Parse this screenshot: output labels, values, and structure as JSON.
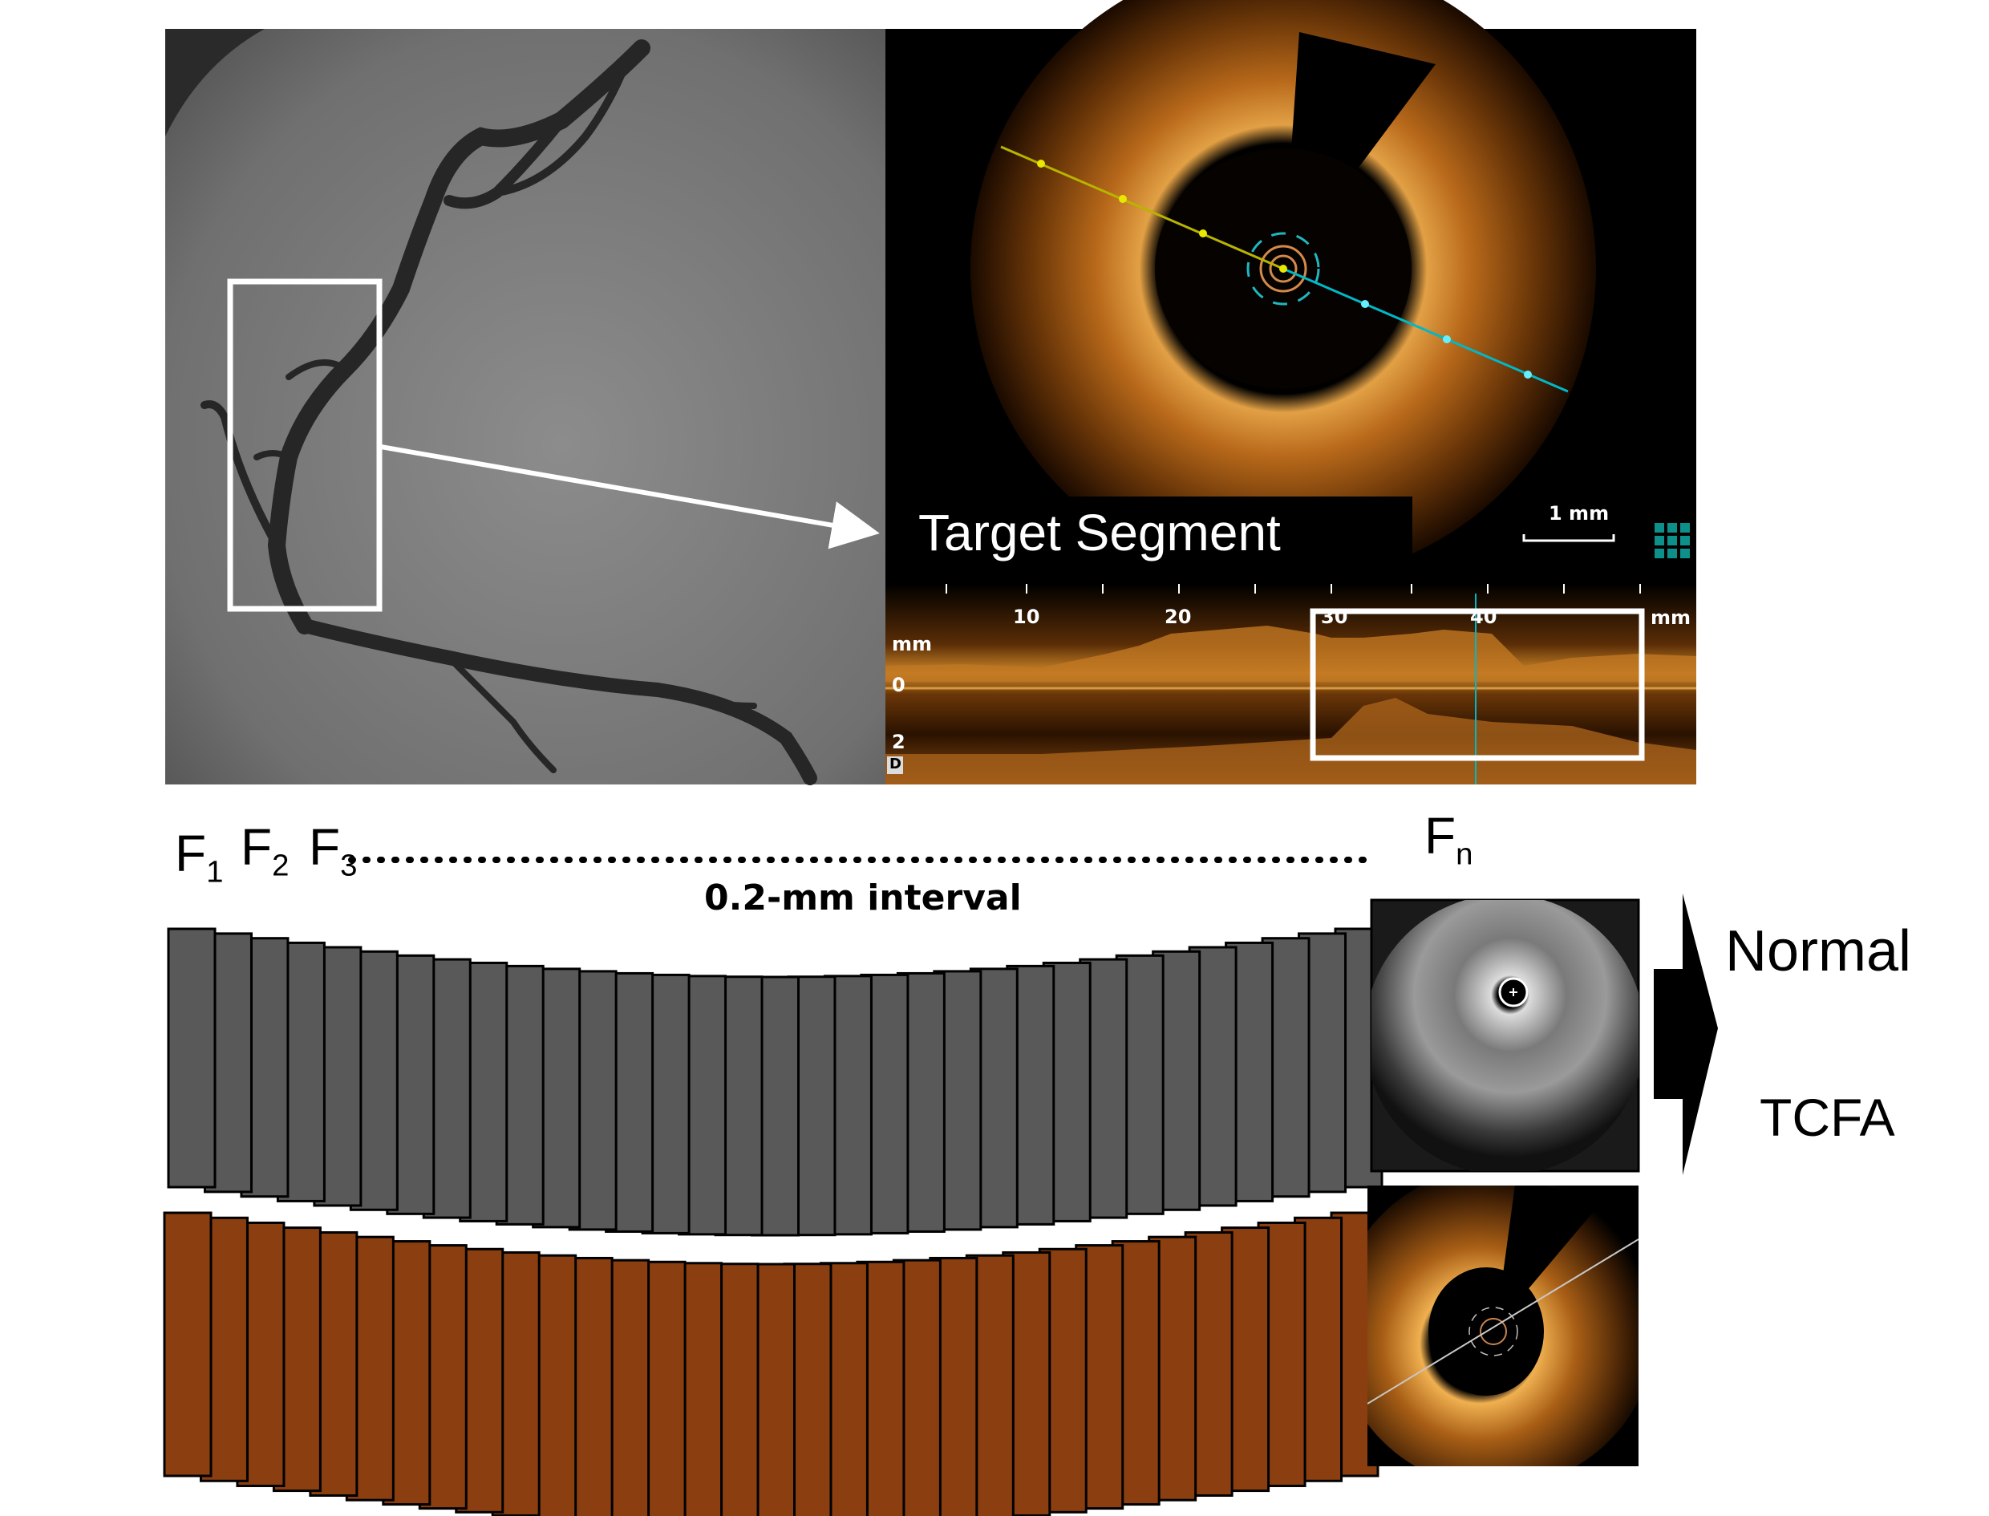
{
  "angiography": {
    "panel": "coronary-angiogram"
  },
  "oct_panel": {
    "target_label": "Target Segment",
    "scale_bar_label": "1 mm",
    "long_axis_unit_left": "mm",
    "long_axis_unit_right": "mm",
    "long_ticks": [
      "10",
      "20",
      "30",
      "40"
    ],
    "depth_ticks": [
      "0",
      "2"
    ],
    "d_marker": "D"
  },
  "frames": {
    "f1_main": "F",
    "f1_sub": "1",
    "f2_main": "F",
    "f2_sub": "2",
    "f3_main": "F",
    "f3_sub": "3",
    "fn_main": "F",
    "fn_sub": "n",
    "interval_label": "0.2-mm interval",
    "ivus_stack_color": "#595959",
    "oct_stack_color": "#8B3E0F"
  },
  "classification": {
    "class_1": "Normal",
    "class_2": "TCFA"
  },
  "colors": {
    "oct_tissue": "#c8791c",
    "guide_yellow": "#b8b400",
    "guide_cyan": "#00b8c8"
  }
}
